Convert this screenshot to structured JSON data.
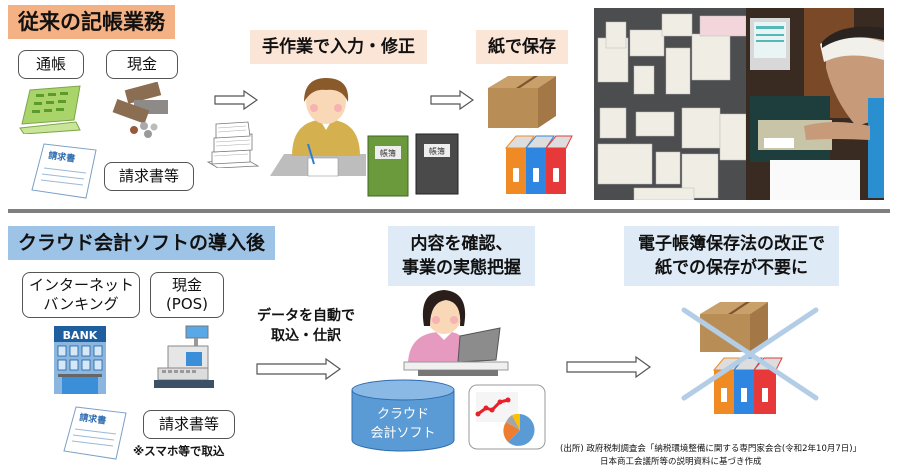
{
  "before": {
    "title": "従来の記帳業務",
    "sources": [
      {
        "label": "通帳",
        "icon": "passbook-icon"
      },
      {
        "label": "現金",
        "icon": "cash-icon"
      },
      {
        "label": "請求書等",
        "icon": "invoice-icon"
      }
    ],
    "invoice_doc_label": "請求書",
    "step_manual": "手作業で入力・修正",
    "ledger_label": "帳簿",
    "step_paper": "紙で保存"
  },
  "after": {
    "title": "クラウド会計ソフトの導入後",
    "sources": [
      {
        "label_line1": "インターネット",
        "label_line2": "バンキング",
        "icon": "bank-building-icon"
      },
      {
        "label_line1": "現金",
        "label_line2": "(POS)",
        "icon": "cash-register-icon"
      },
      {
        "label": "請求書等",
        "icon": "invoice-icon"
      }
    ],
    "bank_sign": "BANK",
    "invoice_doc_label": "請求書",
    "smartphone_note": "※スマホ等で取込",
    "auto_import_line1": "データを自動で",
    "auto_import_line2": "取込・仕訳",
    "step_check_line1": "内容を確認、",
    "step_check_line2": "事業の実態把握",
    "cloud_line1": "クラウド",
    "cloud_line2": "会計ソフト",
    "step_paperless_line1": "電子帳簿保存法の改正で",
    "step_paperless_line2": "紙での保存が不要に"
  },
  "source_note": {
    "line1": "(出所) 政府税制調査会「納税環境整備に関する専門家会合(令和2年10月7日)」",
    "line2": "日本商工会議所等の説明資料に基づき作成"
  },
  "colors": {
    "orange_header": "#f4b183",
    "pink_header": "#fbe5d6",
    "blue_header": "#9dc3e6",
    "light_blue_header": "#deebf7",
    "cross": "#b4cde6",
    "divider": "#7f7f7f",
    "binder_orange": "#f08a24",
    "binder_blue": "#2f86e0",
    "binder_red": "#e8393a"
  }
}
